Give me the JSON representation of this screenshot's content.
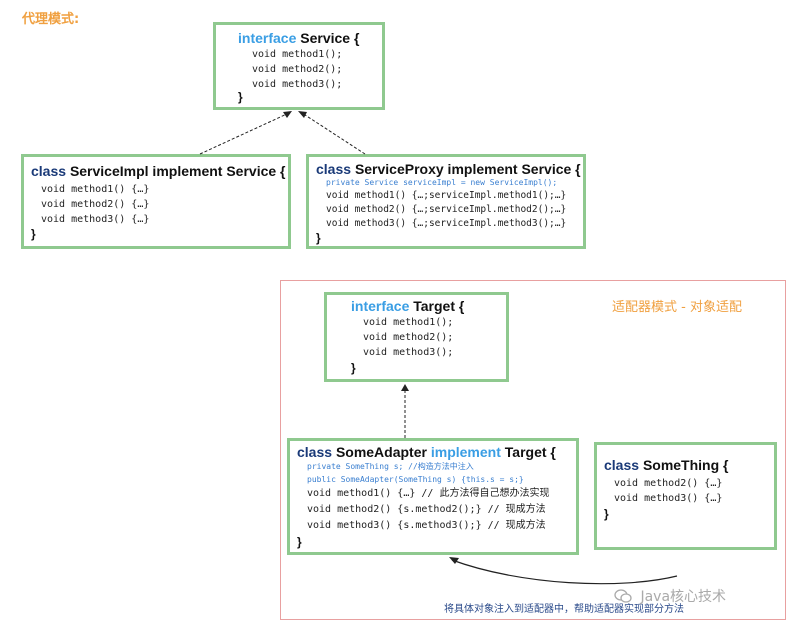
{
  "proxy": {
    "title": "代理模式:",
    "service": {
      "kw": "interface",
      "name": "Service {",
      "lines": [
        "void method1();",
        "void method2();",
        "void method3();"
      ],
      "close": "}"
    },
    "impl": {
      "kw": "class",
      "name": "ServiceImpl implement Service {",
      "lines": [
        "void method1() {…}",
        "void method2() {…}",
        "void method3() {…}"
      ],
      "close": "}"
    },
    "proxy_cls": {
      "kw": "class",
      "name": "ServiceProxy implement Service {",
      "field": "private Service serviceImpl = new ServiceImpl();",
      "lines": [
        "void method1() {…;serviceImpl.method1();…}",
        "void method2() {…;serviceImpl.method2();…}",
        "void method3() {…;serviceImpl.method3();…}"
      ],
      "close": "}"
    }
  },
  "adapter": {
    "title": "适配器模式 - 对象适配",
    "target": {
      "kw": "interface",
      "name": "Target {",
      "lines": [
        "void method1();",
        "void method2();",
        "void method3();"
      ],
      "close": "}"
    },
    "some_adapter": {
      "kw_class": "class",
      "name": "SomeAdapter",
      "kw_impl": "implement",
      "target": "Target {",
      "field1": "private SomeThing s; //构造方法中注入",
      "field2": "public SomeAdapter(SomeThing s) {this.s = s;}",
      "lines": [
        "void method1() {…} // 此方法得自己想办法实现",
        "void method2() {s.method2();} // 现成方法",
        "void method3() {s.method3();} // 现成方法"
      ],
      "close": "}"
    },
    "something": {
      "kw": "class",
      "name": "SomeThing {",
      "lines": [
        "void method2() {…}",
        "void method3() {…}"
      ],
      "close": "}"
    },
    "note": "将具体对象注入到适配器中，帮助适配器实现部分方法"
  },
  "watermark": "Java核心技术",
  "colors": {
    "box_border": "#8fc98f",
    "interface_kw": "#3a9ee4",
    "class_kw": "#1a3a78",
    "title": "#f0a040",
    "frame": "#e8a0a0"
  },
  "icons": [
    "wechat-icon"
  ]
}
